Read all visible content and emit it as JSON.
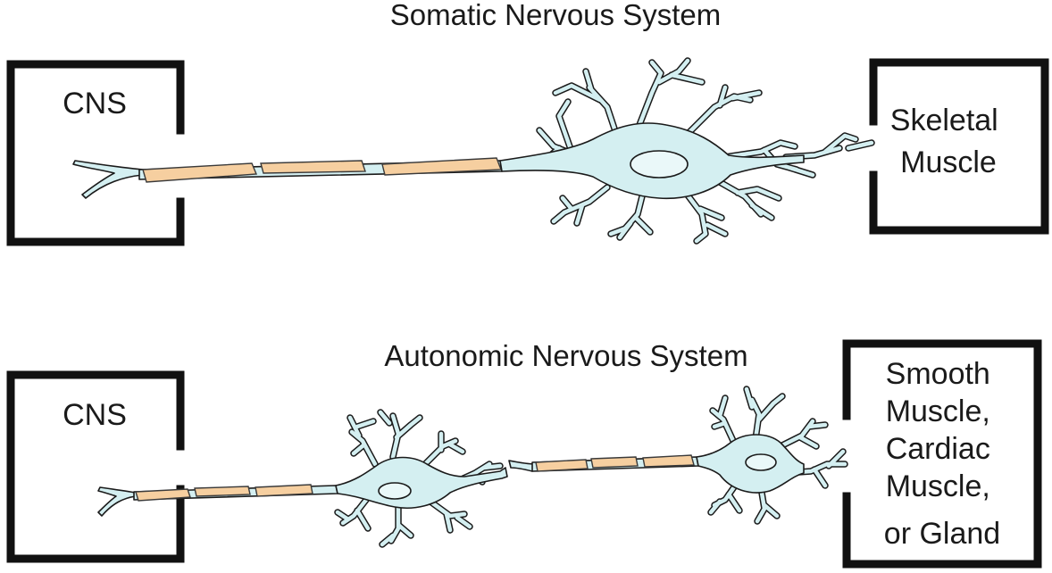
{
  "somatic": {
    "title": "Somatic Nervous System",
    "source_label": "CNS",
    "target_label_lines": [
      "Skeletal",
      "Muscle"
    ]
  },
  "autonomic": {
    "title": "Autonomic Nervous System",
    "source_label": "CNS",
    "target_label_lines": [
      "Smooth",
      "Muscle,",
      "Cardiac",
      "Muscle,",
      "or Gland"
    ]
  },
  "colors": {
    "cell_fill": "#d4eff1",
    "myelin_fill": "#f6cfa0",
    "outline": "#1a1a1a"
  }
}
